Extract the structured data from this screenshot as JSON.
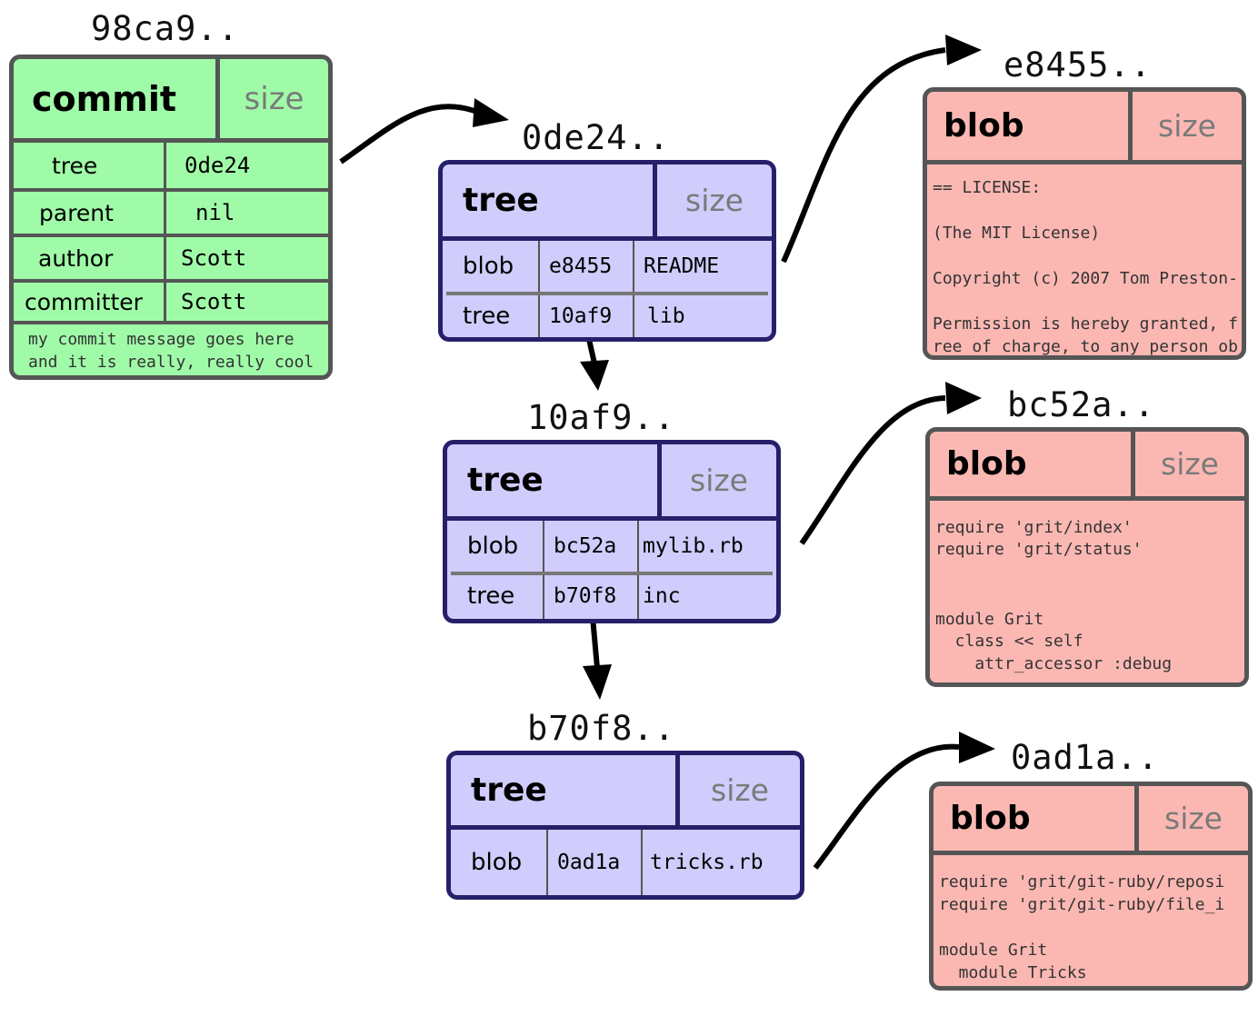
{
  "commit": {
    "hash": "98ca9..",
    "type": "commit",
    "size": "size",
    "rows": [
      {
        "key": "tree",
        "value": "0de24"
      },
      {
        "key": "parent",
        "value": "nil"
      },
      {
        "key": "author",
        "value": "Scott"
      },
      {
        "key": "committer",
        "value": "Scott"
      }
    ],
    "message": [
      "my commit message goes here",
      "and it is really, really cool"
    ]
  },
  "trees": [
    {
      "hash": "0de24..",
      "type": "tree",
      "size": "size",
      "entries": [
        {
          "kind": "blob",
          "sha": "e8455",
          "name": "README"
        },
        {
          "kind": "tree",
          "sha": "10af9",
          "name": "lib"
        }
      ]
    },
    {
      "hash": "10af9..",
      "type": "tree",
      "size": "size",
      "entries": [
        {
          "kind": "blob",
          "sha": "bc52a",
          "name": "mylib.rb"
        },
        {
          "kind": "tree",
          "sha": "b70f8",
          "name": "inc"
        }
      ]
    },
    {
      "hash": "b70f8..",
      "type": "tree",
      "size": "size",
      "entries": [
        {
          "kind": "blob",
          "sha": "0ad1a",
          "name": "tricks.rb"
        }
      ]
    }
  ],
  "blobs": [
    {
      "hash": "e8455..",
      "type": "blob",
      "size": "size",
      "lines": [
        "== LICENSE:",
        "",
        "(The MIT License)",
        "",
        "Copyright (c) 2007 Tom Preston-",
        "",
        "Permission is hereby granted, f",
        "ree of charge, to any person ob"
      ]
    },
    {
      "hash": "bc52a..",
      "type": "blob",
      "size": "size",
      "lines": [
        "require 'grit/index'",
        "require 'grit/status'",
        "",
        "",
        "module Grit",
        "  class << self",
        "    attr_accessor :debug"
      ]
    },
    {
      "hash": "0ad1a..",
      "type": "blob",
      "size": "size",
      "lines": [
        "require 'grit/git-ruby/reposi",
        "require 'grit/git-ruby/file_i",
        "",
        "module Grit",
        "  module Tricks"
      ]
    }
  ],
  "colors": {
    "commit_fill": "#a0fba8",
    "tree_fill": "#d0ccfb",
    "tree_border": "#26206a",
    "blob_fill": "#fbb8b3",
    "border_gray": "#4a4a4a",
    "size_text": "#7a7a7a"
  }
}
